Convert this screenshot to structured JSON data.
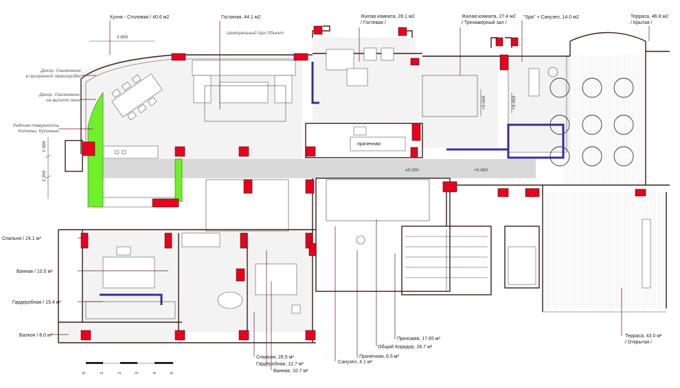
{
  "rooms": {
    "kitchen": "Кухня - Столовая / 40.6 м2",
    "living": "Гостиная, 44.1 м2",
    "living_room_guest_1": "Жилая комната, 28.1 м2",
    "living_room_guest_2": "/ Гостевая /",
    "living_room_gym_1": "Жилая комната, 27.4 м2",
    "living_room_gym_2": "/ Тренажерный зал /",
    "spa": "\"Spa\" + Санузел, 14.0 м2",
    "terrace_covered_1": "Терраса, 46.8 м2",
    "terrace_covered_2": "/ Крытая /",
    "bedroom_left": "Спальня / 24.1 м²",
    "bath_left": "Ванная / 10.5 м²",
    "wardrobe_left": "Гардеробная / 15.4 м²",
    "balcony": "Балкон / 8.0 м²",
    "bedroom_2": "Спальня, 26.5 м²",
    "wardrobe_2": "Гардеробная, 12.7 м²",
    "bath_2": "Ванная, 10.7 м²",
    "wc": "Санузел, 4.1 м²",
    "laundry": "Прачечная, 6.5 м²",
    "corridor": "Общий Коридор, 26.7 м²",
    "hall": "Прихожая, 17.65 м²",
    "terrace_open_1": "Терраса, 43.0 м²",
    "terrace_open_2": "/ Открытая /",
    "laundry_inline": "прачечная"
  },
  "notes": {
    "central_object": "Центральный Арх.Объект",
    "decor_partition_1": "Декор. Озеленение",
    "decor_partition_2": "в прозрачной перегородке",
    "decor_window_1": "Декор. Озеленение",
    "decor_window_2": "на высоте окна",
    "worktop_1": "Рабочая поверхность",
    "worktop_2": "Колонны, Кухонные"
  },
  "dimensions": {
    "d3600": "3 600",
    "d1000": "1 000",
    "d2250": "2 250",
    "level0": "±0,000",
    "level450": "+0.450",
    "level_v1": "+0.000",
    "level_v2": "+0.450"
  },
  "scale_bar": {
    "ticks": [
      "0",
      "1",
      "2",
      "3",
      "4",
      "5"
    ]
  },
  "colors": {
    "column": "#e8001c",
    "greenery": "#6ff02a",
    "glass_partition": "#3b2a9e",
    "wall": "#3a1a1a",
    "leader": "#6a0f2a"
  }
}
